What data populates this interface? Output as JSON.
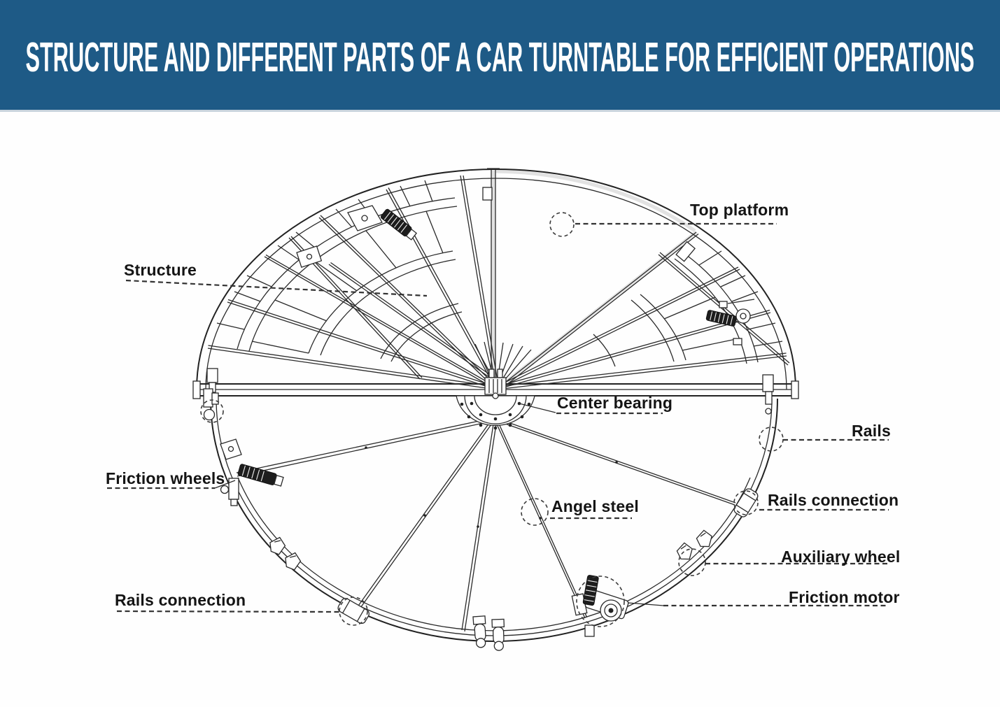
{
  "banner": {
    "title": "STRUCTURE AND DIFFERENT PARTS OF A CAR TURNTABLE FOR EFFICIENT OPERATIONS"
  },
  "labels": {
    "top_platform": "Top platform",
    "structure": "Structure",
    "center_bearing": "Center bearing",
    "rails": "Rails",
    "friction_wheels": "Friction wheels",
    "rails_connection_right": "Rails connection",
    "angel_steel": "Angel steel",
    "auxiliary_wheel": "Auxiliary wheel",
    "friction_motor": "Friction motor",
    "rails_connection_left": "Rails connection"
  },
  "colors": {
    "banner_bg": "#1E5A86",
    "banner_text": "#FFFFFF",
    "line_work": "#2A2A2A",
    "label_text": "#141414",
    "leader_dash": "#333333"
  }
}
